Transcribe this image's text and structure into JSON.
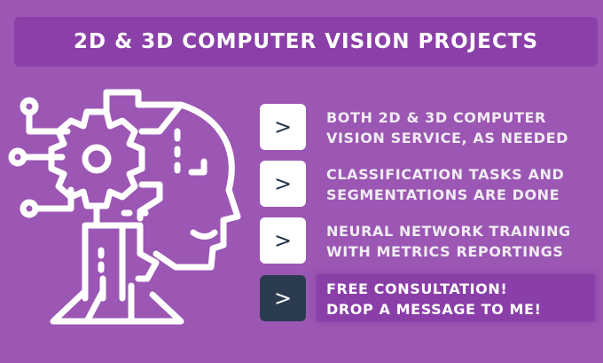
{
  "header": {
    "title": "2D & 3D COMPUTER VISION PROJECTS"
  },
  "illustration": {
    "icon": "ai-head-gear-circuit-icon",
    "description": "Human head profile with gear, circuit nodes and building"
  },
  "colors": {
    "background": "#9b57b3",
    "banner": "#8b40a9",
    "box_light": "#ffffff",
    "box_dark": "#2b3b50",
    "chevron_dark": "#1f3148",
    "text": "#f1ecf3"
  },
  "features": [
    {
      "icon": "chevron-right-icon",
      "chevron": ">",
      "line1": "BOTH 2D & 3D COMPUTER",
      "line2": "VISION SERVICE, AS NEEDED"
    },
    {
      "icon": "chevron-right-icon",
      "chevron": ">",
      "line1": "CLASSIFICATION TASKS AND",
      "line2": "SEGMENTATIONS ARE DONE"
    },
    {
      "icon": "chevron-right-icon",
      "chevron": ">",
      "line1": "NEURAL NETWORK TRAINING",
      "line2": "WITH METRICS REPORTINGS"
    },
    {
      "icon": "chevron-right-icon",
      "chevron": ">",
      "line1": "FREE CONSULTATION!",
      "line2": "DROP A MESSAGE TO ME!"
    }
  ]
}
